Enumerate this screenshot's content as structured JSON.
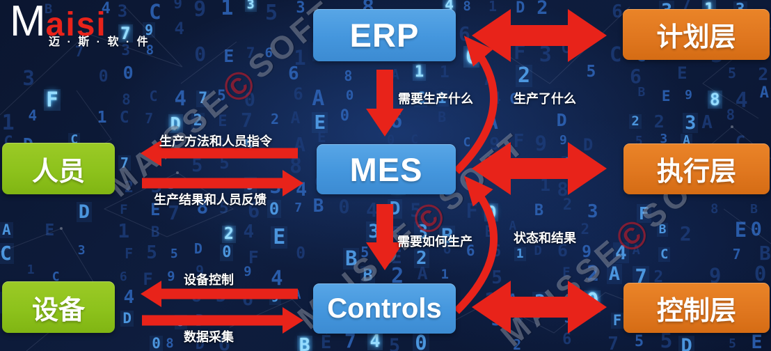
{
  "logo": {
    "brand_initial": "M",
    "brand_rest": "aisi",
    "subtitle": "迈 · 斯 · 软 · 件"
  },
  "watermark": {
    "prefix": "MAISSE",
    "copyright": "©",
    "suffix": "SOFT"
  },
  "nodes": {
    "erp": "ERP",
    "mes": "MES",
    "controls": "Controls",
    "planning_layer": "计划层",
    "execution_layer": "执行层",
    "control_layer": "控制层",
    "personnel": "人员",
    "equipment": "设备"
  },
  "flow_labels": {
    "erp_to_mes": "需要生产什么",
    "mes_to_erp": "生产了什么",
    "mes_to_controls": "需要如何生产",
    "controls_to_mes": "状态和结果",
    "mes_to_personnel": "生产方法和人员指令",
    "personnel_to_mes": "生产结果和人员反馈",
    "controls_to_equipment": "设备控制",
    "equipment_to_controls": "数据采集"
  },
  "colors": {
    "system_box_blue": "#4496dd",
    "layer_box_orange": "#e0771f",
    "actor_box_green": "#8dc21c",
    "arrow_red": "#e8231a",
    "background_navy": "#0e1d3e"
  },
  "background": {
    "hex_chars": "0123456789ABCDEF"
  }
}
